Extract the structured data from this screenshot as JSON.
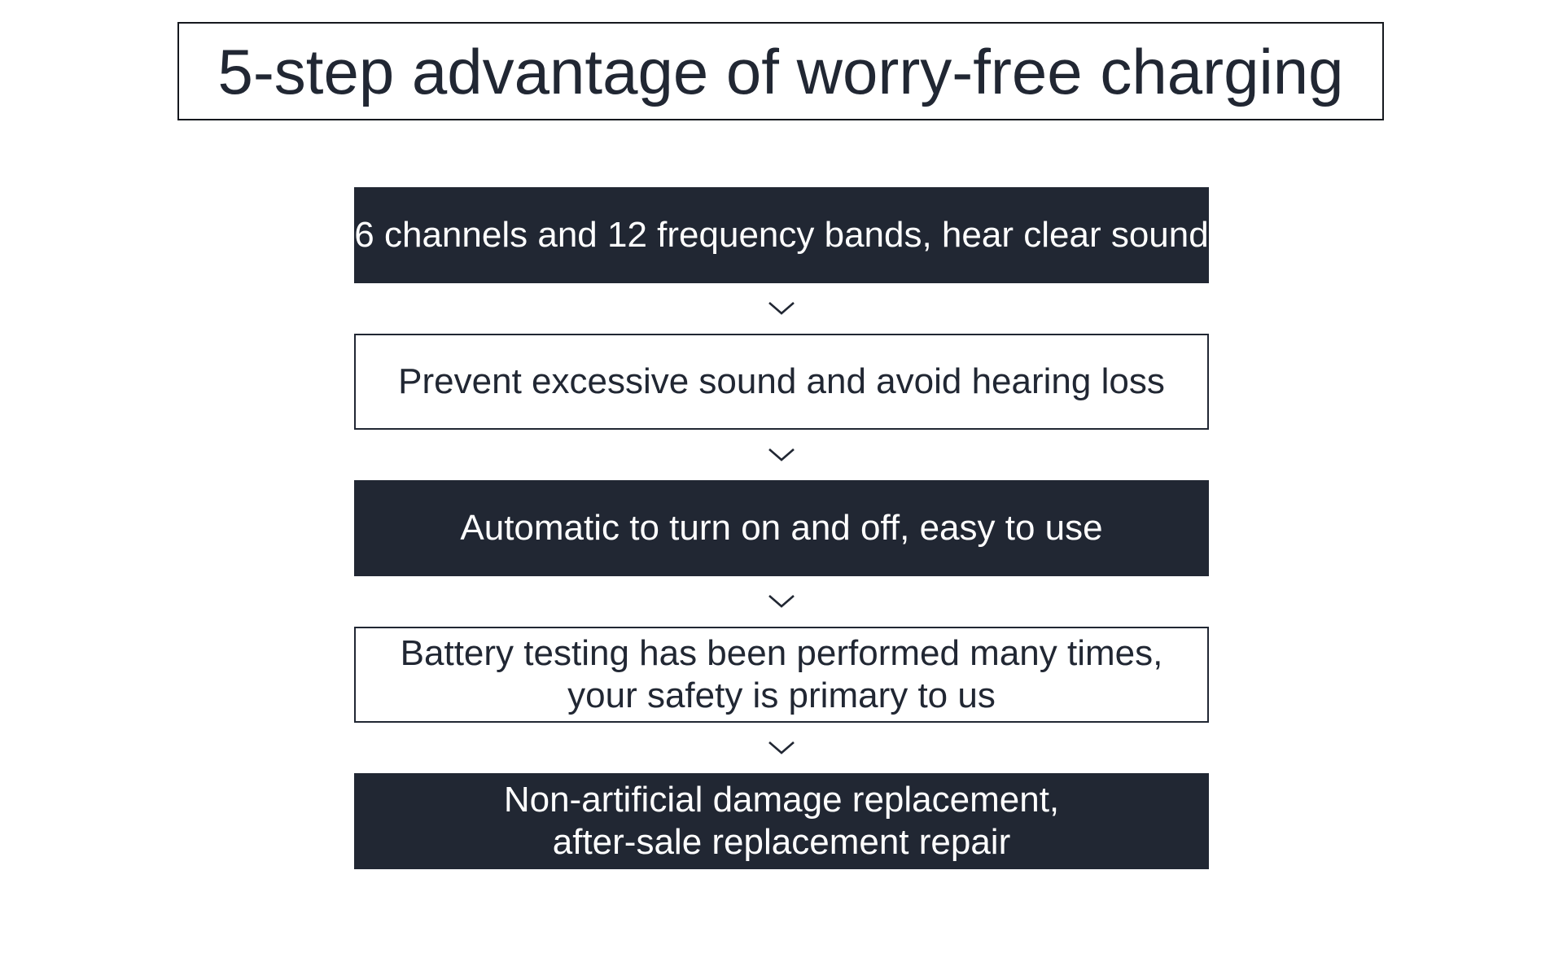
{
  "title": {
    "text": "5-step advantage of worry-free charging"
  },
  "colors": {
    "ink": "#212733",
    "title_border": "#15181e",
    "box_dark_bg": "#212733",
    "box_light_bg": "#ffffff",
    "text_on_dark": "#ffffff",
    "text_on_light": "#212733"
  },
  "flow": {
    "connector_icon": "chevron-down",
    "steps": [
      {
        "variant": "dark",
        "lines": [
          "6 channels and 12 frequency bands, hear clear sound"
        ]
      },
      {
        "variant": "light",
        "lines": [
          "Prevent excessive sound and avoid hearing loss"
        ]
      },
      {
        "variant": "dark",
        "lines": [
          "Automatic to turn on and off, easy to use"
        ]
      },
      {
        "variant": "light",
        "lines": [
          "Battery testing has been performed many times,",
          "your safety is primary to us"
        ]
      },
      {
        "variant": "dark",
        "lines": [
          "Non-artificial damage replacement,",
          "after-sale replacement repair"
        ]
      }
    ]
  }
}
